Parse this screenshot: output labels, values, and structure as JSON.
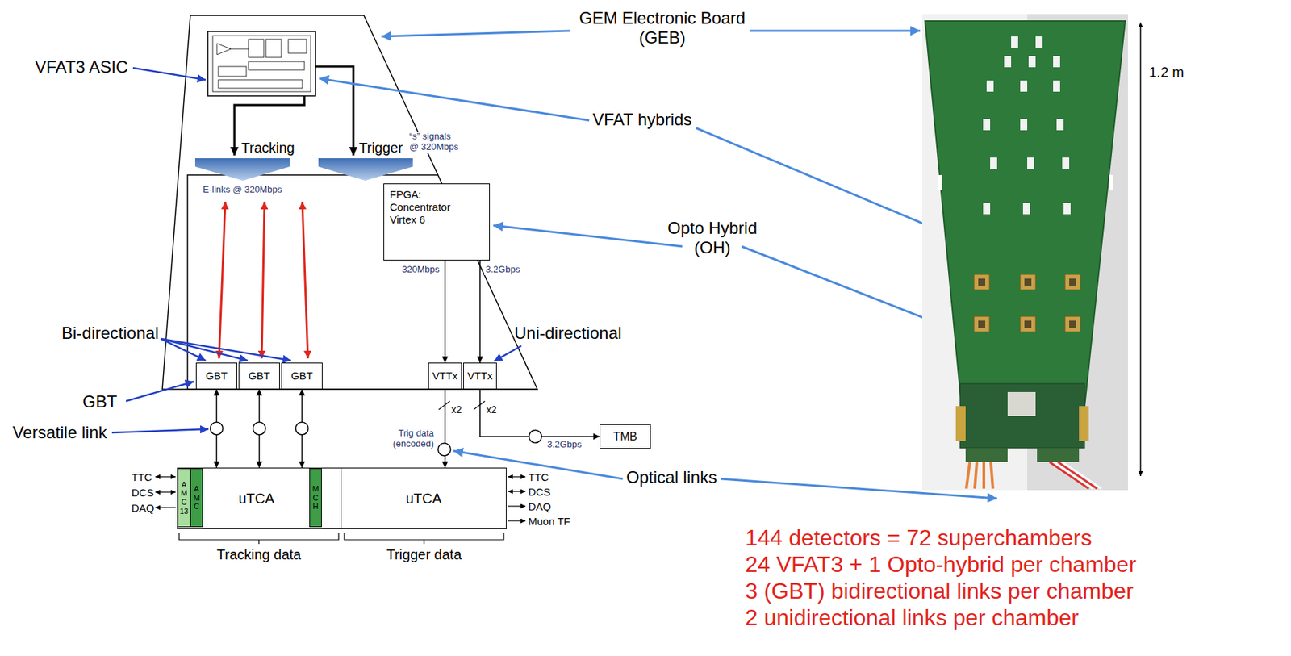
{
  "diagram": {
    "nodes": [
      {
        "text": [
          "FPGA: Concentrator Virtex 6"
        ]
      },
      {
        "text": [
          "GBT"
        ]
      },
      {
        "text": [
          "GBT"
        ]
      },
      {
        "text": [
          "GBT"
        ]
      },
      {
        "text": [
          "VTTx"
        ]
      },
      {
        "text": [
          "VTTx"
        ]
      },
      {
        "text": [
          "TMB"
        ]
      },
      {
        "text": [
          "uTCA"
        ]
      },
      {
        "text": [
          "A M C 13"
        ],
        "in": 7
      },
      {
        "text": [
          "A M C"
        ],
        "in": 7
      },
      {
        "text": [
          "M C H"
        ],
        "in": 7
      },
      {
        "text": [
          "uTCA"
        ]
      }
    ],
    "edges": [
      {
        "from": 0,
        "to": 4,
        "arrow": "to",
        "label": "320Mbps"
      },
      {
        "from": 0,
        "to": 5,
        "arrow": "to",
        "label": "3.2Gbps"
      },
      {
        "from": 1,
        "to": 7,
        "arrow": "both"
      },
      {
        "from": 2,
        "to": 7,
        "arrow": "both"
      },
      {
        "from": 3,
        "to": 7,
        "arrow": "both"
      },
      {
        "from": 4,
        "to": 11,
        "arrow": "to"
      },
      {
        "from": 5,
        "to": 6,
        "arrow": "to"
      }
    ],
    "labels": [
      "VFAT3 ASIC",
      "Tracking",
      "Trigger",
      "“s” signals @ 320Mbps",
      "E-links @ 320Mbps",
      "Bi-directional",
      "Uni-directional",
      "GBT",
      "Versatile link",
      "x2",
      "x2",
      "3.2Gbps",
      "Trig data (encoded)",
      "TTC",
      "DCS",
      "DAQ",
      "TTC",
      "DCS",
      "DAQ",
      "Muon TF",
      "Tracking data",
      "Trigger data",
      "GEM Electronic Board (GEB)",
      "VFAT hybrids",
      "Opto Hybrid (OH)",
      "Optical links",
      "1.2 m",
      "144 detectors = 72 superchambers",
      "24 VFAT3 + 1 Opto-hybrid per chamber",
      "3 (GBT) bidirectional links per chamber",
      "2 unidirectional links per chamber"
    ]
  }
}
